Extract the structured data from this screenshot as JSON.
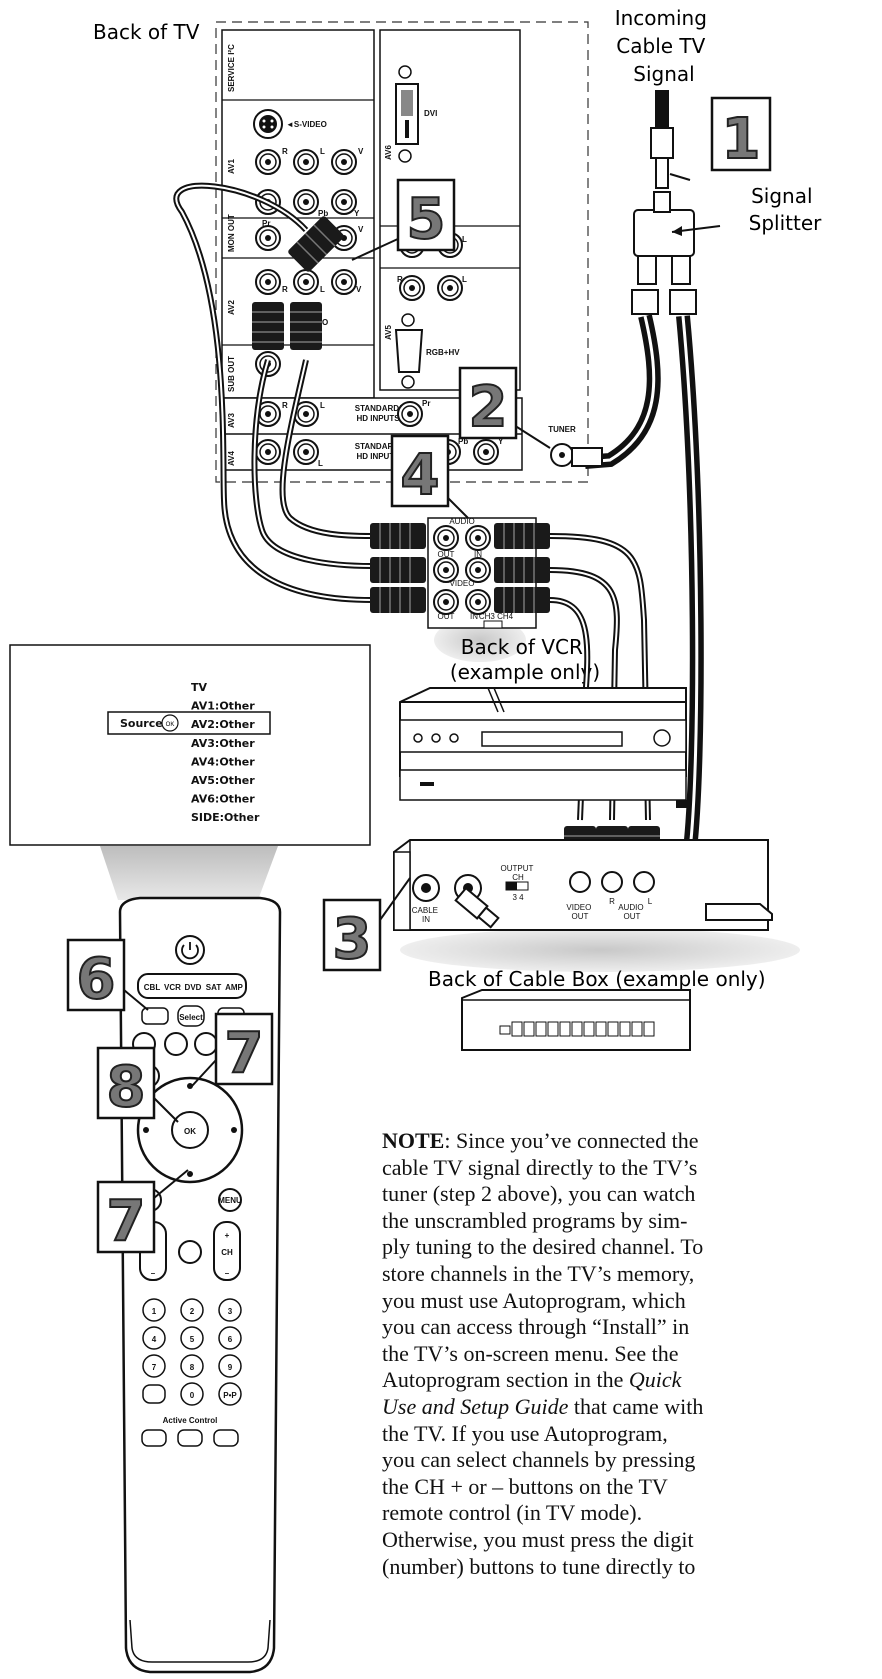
{
  "titles": {
    "back_of_tv": "Back of TV",
    "incoming": "Incoming\nCable TV\nSignal",
    "splitter": "Signal\nSplitter",
    "back_of_vcr": "Back of VCR\n(example only)",
    "back_of_cable_box": "Back of Cable Box (example only)"
  },
  "tv_panel": {
    "service": "SERVICE I²C",
    "svideo": "◄S-VIDEO",
    "av1": "AV1",
    "mon_out": "MON OUT",
    "av2": "AV2",
    "sub_out": "SUB OUT",
    "av3": "AV3",
    "av4": "AV4",
    "av5": "AV5",
    "av6": "AV6",
    "dvi": "DVI",
    "rgb": "RGB+HV",
    "tuner": "TUNER",
    "std1": "STANDARD/",
    "hd1": "HD INPUTS",
    "std2": "STANDARD/",
    "hd2": "HD INPUTS",
    "r": "R",
    "l": "L",
    "v": "V",
    "pr": "Pr",
    "pb": "Pb",
    "y": "Y"
  },
  "vcr_jacks": {
    "audio": "AUDIO",
    "video": "VIDEO",
    "out": "OUT",
    "in": "IN",
    "ch": "CH3 CH4"
  },
  "cable_box": {
    "cable_in": "CABLE\nIN",
    "output_ch": "OUTPUT\nCH",
    "ch34": "3    4",
    "video_out": "VIDEO\nOUT",
    "audio_out": "AUDIO\nOUT",
    "r": "R",
    "l": "L"
  },
  "menu": {
    "source_label": "Source",
    "items": [
      "TV",
      "AV1:Other",
      "AV2:Other",
      "AV3:Other",
      "AV4:Other",
      "AV5:Other",
      "AV6:Other",
      "SIDE:Other"
    ],
    "selected_index": 2
  },
  "steps": [
    "1",
    "2",
    "3",
    "4",
    "5",
    "6",
    "7",
    "7",
    "8"
  ],
  "remote": {
    "sources": [
      "CBL",
      "VCR",
      "DVD",
      "SAT",
      "AMP"
    ],
    "select": "Select",
    "ok": "OK",
    "menu": "MENU",
    "ch": "CH",
    "digits": [
      "1",
      "2",
      "3",
      "4",
      "5",
      "6",
      "7",
      "8",
      "9",
      "",
      "0",
      "P•P"
    ],
    "active_control": "Active Control"
  },
  "note": {
    "label": "NOTE",
    "t1": ": Since you’ve connected the\ncable TV signal directly to the TV’s\ntuner (step 2 above), you can watch\nthe unscrambled programs by sim-\nply tuning to the desired channel. To\nstore channels in the TV’s memory,\nyou must use Autoprogram, which\nyou can access through “Install” in\nthe TV’s on-screen menu. See the\nAutoprogram section in the ",
    "italic": "Quick\nUse and Setup Guide",
    "t2": " that came with\nthe TV. If you use Autoprogram,\nyou can select channels by pressing\nthe CH + or – buttons on the TV\nremote control (in TV mode).\nOtherwise, you must press the digit\n(number) buttons to tune directly to"
  }
}
